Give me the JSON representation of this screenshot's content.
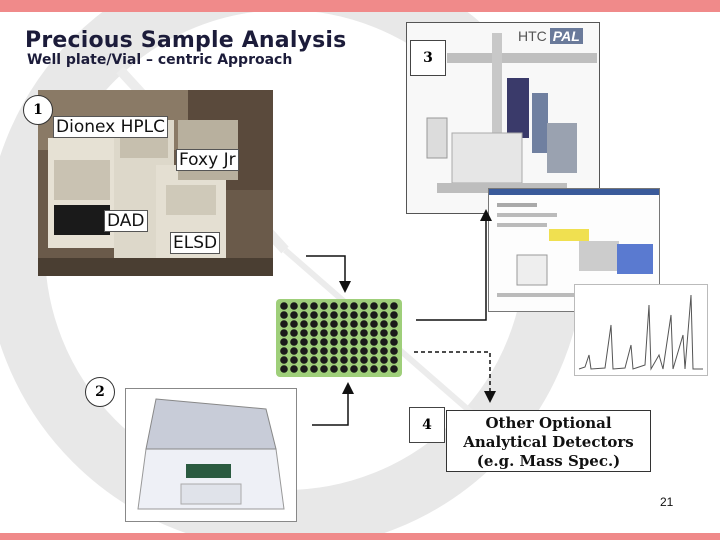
{
  "slide": {
    "title": "Precious Sample Analysis",
    "subtitle": "Well plate/Vial – centric Approach",
    "page_number": "21"
  },
  "steps": {
    "step1": "1",
    "step2": "2",
    "step3": "3",
    "step4": "4"
  },
  "photo_labels": {
    "hplc": "Dionex HPLC",
    "foxy": "Foxy Jr",
    "dad": "DAD",
    "elsd": "ELSD"
  },
  "autosampler_logo": {
    "brand_prefix": "HTC",
    "brand_suffix": "PAL"
  },
  "detectors_box": {
    "line1": "Other Optional",
    "line2": "Analytical Detectors",
    "line3": "(e.g. Mass Spec.)"
  },
  "colors": {
    "accent_bar": "#f08a8a",
    "title_text": "#1c1c3a",
    "plate_frame": "#8fbf6a",
    "plate_wells": "#1a1a1a"
  }
}
